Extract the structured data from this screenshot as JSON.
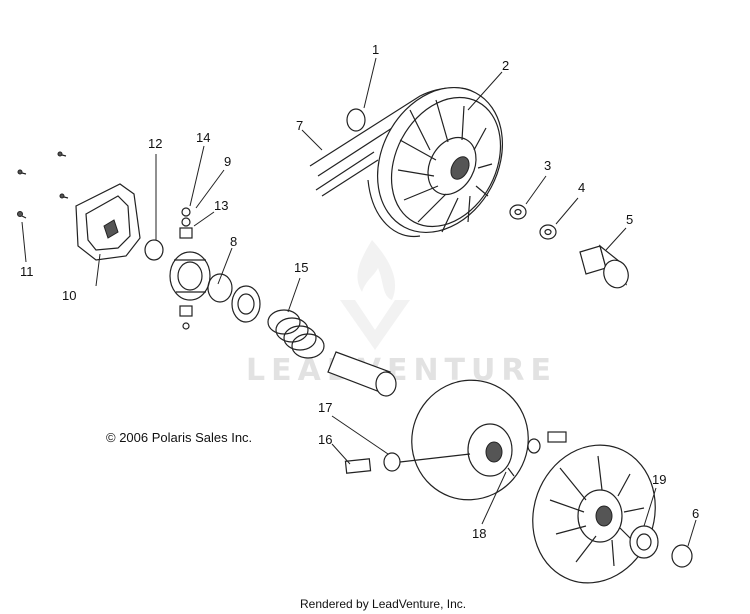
{
  "diagram": {
    "callouts": [
      "1",
      "2",
      "3",
      "4",
      "5",
      "6",
      "7",
      "8",
      "9",
      "10",
      "11",
      "12",
      "13",
      "14",
      "15",
      "16",
      "17",
      "18",
      "19"
    ],
    "copyright": "© 2006 Polaris Sales Inc.",
    "watermark": "LEADVENTURE",
    "footer": "Rendered by LeadVenture, Inc."
  }
}
